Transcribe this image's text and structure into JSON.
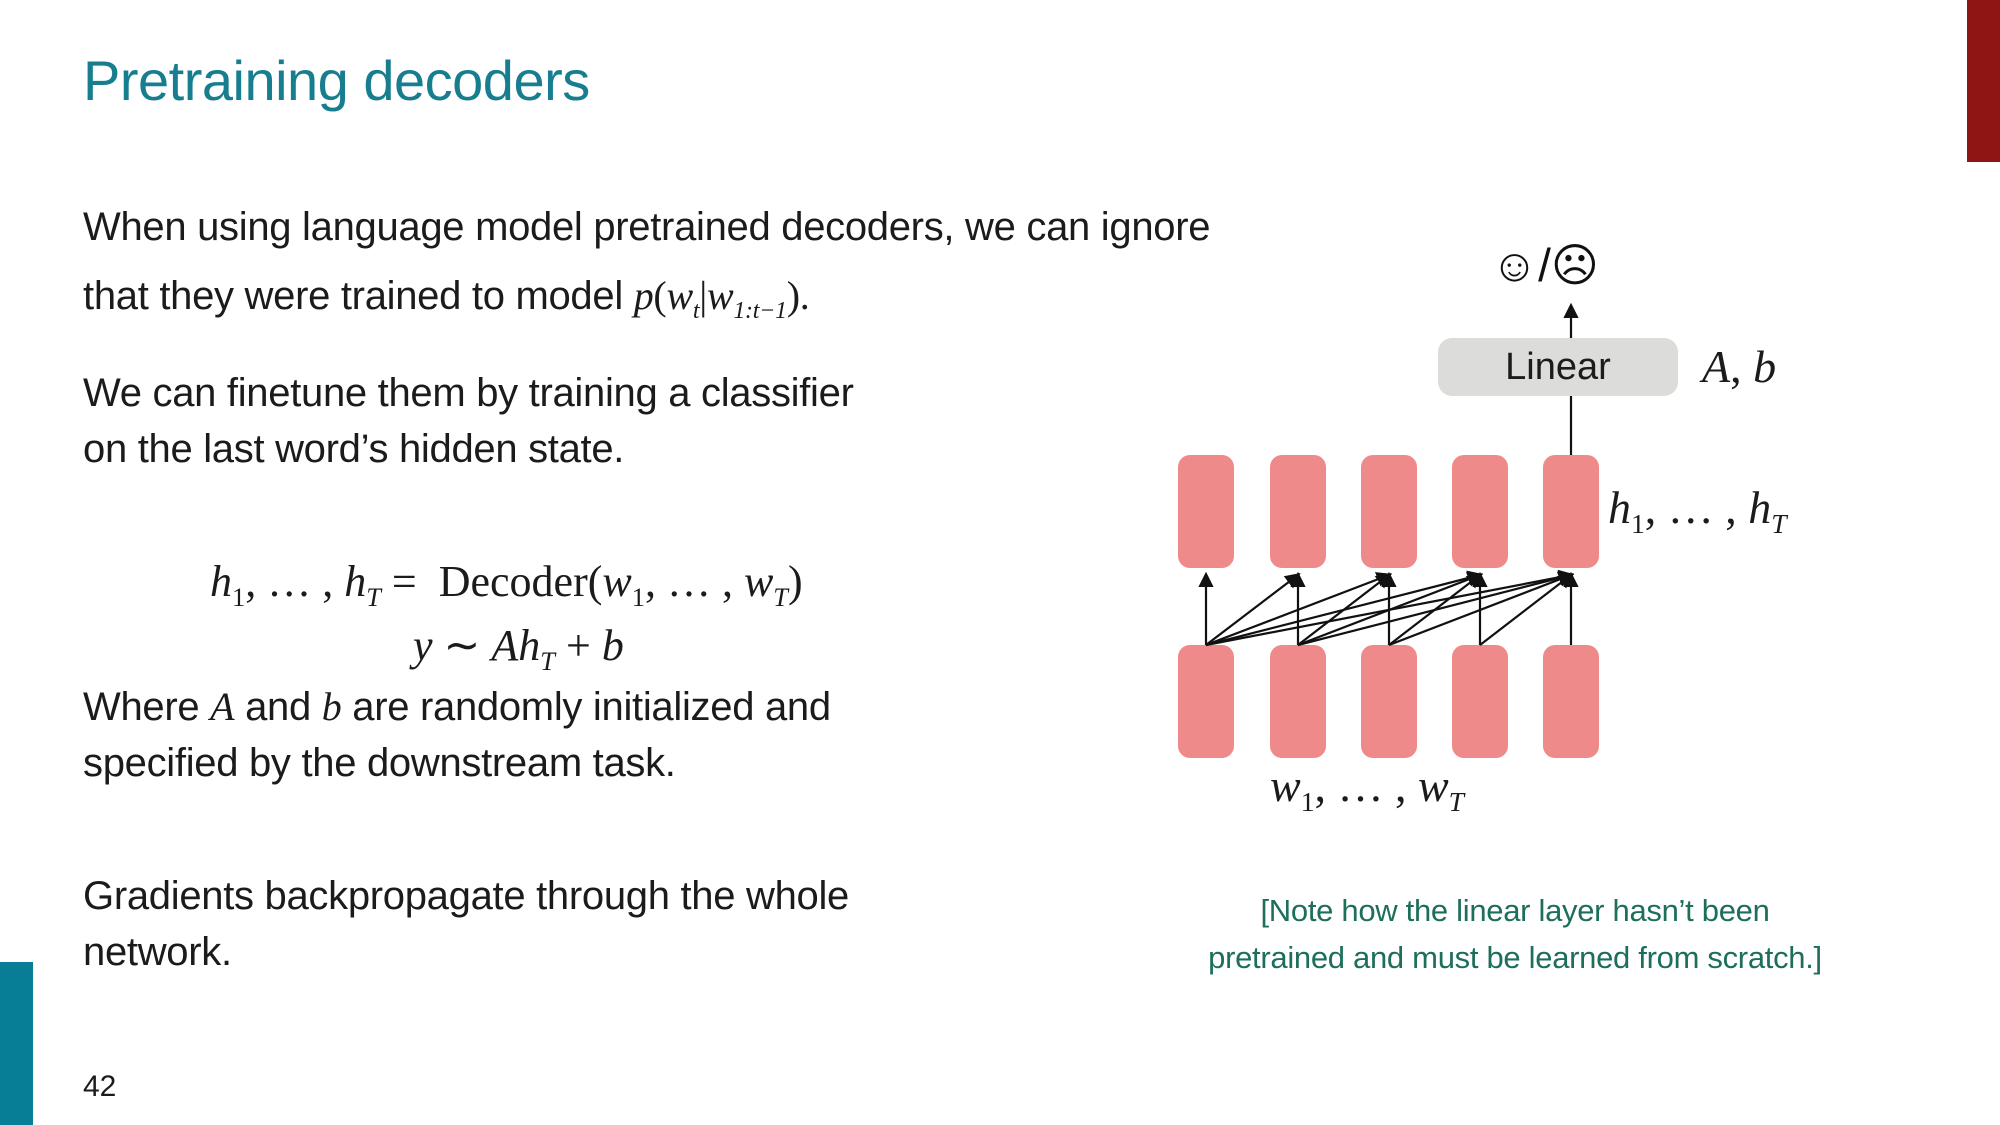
{
  "slide": {
    "title": "Pretraining decoders",
    "page_number": "42"
  },
  "colors": {
    "accent_teal": "#177e8f",
    "note_green": "#1e6e5c",
    "block_pink": "#ee8a8a",
    "box_gray": "#dcdcda",
    "bar_red": "#8e1513",
    "bar_teal": "#077d96",
    "ink": "#1b1b1b"
  },
  "paragraphs": {
    "p1": {
      "line1": "When using language model pretrained decoders, we can ignore",
      "line2_parts": [
        {
          "t": "that they were trained to model "
        },
        {
          "t": "p",
          "m": true
        },
        {
          "t": "(",
          "up": true
        },
        {
          "t": "w",
          "m": true
        },
        {
          "t": "t",
          "sub": true,
          "m": true
        },
        {
          "t": "|",
          "up": true
        },
        {
          "t": "w",
          "m": true
        },
        {
          "t": "1:t−1",
          "sub": true,
          "m": true
        },
        {
          "t": ").",
          "up": true
        }
      ]
    },
    "p2": {
      "line1": "We can finetune them by training a classifier",
      "line2": "on the last word’s hidden state."
    },
    "equations": {
      "line1_parts": [
        {
          "t": "h",
          "m": true
        },
        {
          "t": "1",
          "sub": true,
          "up": true
        },
        {
          "t": ", … , ",
          "up": true
        },
        {
          "t": "h",
          "m": true
        },
        {
          "t": "T",
          "sub": true,
          "m": true
        },
        {
          "t": " =  Decoder(",
          "up": true
        },
        {
          "t": "w",
          "m": true
        },
        {
          "t": "1",
          "sub": true,
          "up": true
        },
        {
          "t": ", … , ",
          "up": true
        },
        {
          "t": "w",
          "m": true
        },
        {
          "t": "T",
          "sub": true,
          "m": true
        },
        {
          "t": ")",
          "up": true
        }
      ],
      "line2_parts": [
        {
          "t": "y",
          "m": true
        },
        {
          "t": " ∼ ",
          "up": true
        },
        {
          "t": "A",
          "m": true
        },
        {
          "t": "h",
          "m": true
        },
        {
          "t": "T",
          "sub": true,
          "m": true
        },
        {
          "t": " + ",
          "up": true
        },
        {
          "t": "b",
          "m": true
        }
      ]
    },
    "p3": {
      "line1_parts": [
        {
          "t": "Where "
        },
        {
          "t": "A",
          "m": true
        },
        {
          "t": " and "
        },
        {
          "t": "b",
          "m": true
        },
        {
          "t": " are randomly initialized and"
        }
      ],
      "line2": "specified by the downstream task."
    },
    "p4": {
      "line1": "Gradients backpropagate through the whole",
      "line2": "network."
    }
  },
  "diagram": {
    "sentiment_label": "☺/☹",
    "linear_label": "Linear",
    "ab_parts": [
      {
        "t": "A",
        "m": true
      },
      {
        "t": ", ",
        "up": true
      },
      {
        "t": "b",
        "m": true
      }
    ],
    "h_parts": [
      {
        "t": "h",
        "m": true
      },
      {
        "t": "1",
        "sub": true,
        "up": true
      },
      {
        "t": ", … , ",
        "up": true
      },
      {
        "t": "h",
        "m": true
      },
      {
        "t": "T",
        "sub": true,
        "m": true
      }
    ],
    "w_parts": [
      {
        "t": "w",
        "m": true
      },
      {
        "t": "1",
        "sub": true,
        "up": true
      },
      {
        "t": ", … , ",
        "up": true
      },
      {
        "t": "w",
        "m": true
      },
      {
        "t": "T",
        "sub": true,
        "m": true
      }
    ],
    "rows": 2,
    "columns": 5,
    "connections": [
      [
        1,
        1
      ],
      [
        1,
        2
      ],
      [
        1,
        3
      ],
      [
        1,
        4
      ],
      [
        1,
        5
      ],
      [
        2,
        2
      ],
      [
        2,
        3
      ],
      [
        2,
        4
      ],
      [
        2,
        5
      ],
      [
        3,
        3
      ],
      [
        3,
        4
      ],
      [
        3,
        5
      ],
      [
        4,
        4
      ],
      [
        4,
        5
      ],
      [
        5,
        5
      ]
    ],
    "note_line1": "[Note how the linear layer hasn’t been",
    "note_line2": "pretrained and must be learned from scratch.]"
  }
}
